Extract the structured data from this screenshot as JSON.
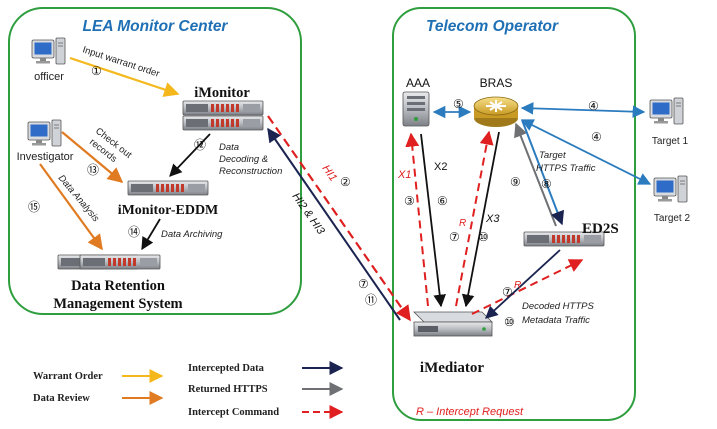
{
  "lea_box": {
    "title": "LEA Monitor Center"
  },
  "telecom_box": {
    "title": "Telecom Operator"
  },
  "nodes": {
    "officer": "officer",
    "investigator": "Investigator",
    "imonitor": "iMonitor",
    "imonitor_eddm": "iMonitor-EDDM",
    "drms_line1": "Data Retention",
    "drms_line2": "Management System",
    "aaa": "AAA",
    "bras": "BRAS",
    "ed2s": "ED2S",
    "imediator": "iMediator",
    "target1": "Target 1",
    "target2": "Target 2"
  },
  "edge_labels": {
    "input_warrant_order": "Input warrant order",
    "check_out_records_1": "Check out",
    "check_out_records_2": "records",
    "data_analysis": "Data Analysis",
    "data_decoding_1": "Data",
    "data_decoding_2": "Decoding &",
    "data_decoding_3": "Reconstruction",
    "data_archiving": "Data Archiving",
    "hi1": "HI1",
    "hi2_hi3": "HI2 & HI3",
    "x1": "X1",
    "x2": "X2",
    "x3": "X3",
    "r_aaa": "R",
    "r_ed2s": "R",
    "target_https_1": "Target",
    "target_https_2": "HTTPS Traffic",
    "decoded_https_1": "Decoded HTTPS",
    "decoded_https_2": "Metadata Traffic",
    "r_intercept_request": "R – Intercept Request"
  },
  "step_numbers": {
    "n1": "①",
    "n2": "②",
    "n3": "③",
    "n4a": "④",
    "n4b": "④",
    "n5": "⑤",
    "n6": "⑥",
    "n7a": "⑦",
    "n7b": "⑦",
    "n7c": "⑦",
    "n8": "⑧",
    "n9": "⑨",
    "n10a": "⑩",
    "n10b": "⑩",
    "n11": "⑪",
    "n12": "⑫",
    "n13": "⑬",
    "n14": "⑭",
    "n15": "⑮"
  },
  "legend": {
    "warrant_order": "Warrant Order",
    "data_review": "Data Review",
    "intercepted_data": "Intercepted Data",
    "returned_https": "Returned HTTPS",
    "intercept_command": "Intercept Command"
  },
  "colors": {
    "green_border": "#2e9e3e",
    "title_blue": "#1f6fb5",
    "warrant_yellow": "#f5b81c",
    "review_orange": "#e07b22",
    "intercepted_navy": "#1b2450",
    "returned_gray": "#6e7074",
    "command_red": "#e02020",
    "traffic_blue": "#2b7bbf"
  }
}
